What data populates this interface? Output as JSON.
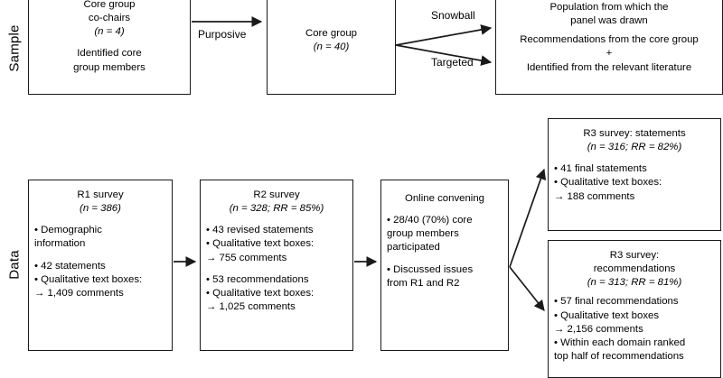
{
  "figure": {
    "type": "flowchart",
    "rows": [
      {
        "id": "sample",
        "label": "Sample"
      },
      {
        "id": "data",
        "label": "Data"
      }
    ]
  },
  "sample_row": {
    "box_core_chairs": {
      "name": "core-group-co-chairs",
      "lines": [
        "Core group",
        "co-chairs",
        "(n = 4)"
      ],
      "lines2": [
        "Identified core",
        "group members"
      ]
    },
    "box_core_group": {
      "name": "core-group",
      "lines": [
        "Core group",
        "(n = 40)"
      ]
    },
    "box_population": {
      "name": "population-panel-drawn",
      "lines": [
        "Population from which the",
        "panel was drawn"
      ],
      "lines2": [
        "Recommendations from the core group"
      ],
      "plus": "+",
      "lines3": [
        "Identified from the relevant literature"
      ]
    },
    "edges": {
      "purposive": "Purposive",
      "snowball": "Snowball",
      "targeted": "Targeted"
    }
  },
  "data_row": {
    "box_r1": {
      "name": "r1-survey",
      "title": "R1 survey",
      "subtitle": "(n = 386)",
      "bullets_group1": [
        "• Demographic",
        "information"
      ],
      "bullets_group2": [
        "• 42 statements",
        "• Qualitative text boxes:",
        "→ 1,409 comments"
      ]
    },
    "box_r2": {
      "name": "r2-survey",
      "title": "R2 survey",
      "subtitle": "(n = 328; RR = 85%)",
      "bullets_group1": [
        "• 43 revised statements",
        "• Qualitative text boxes:",
        "→ 755 comments"
      ],
      "bullets_group2": [
        "• 53 recommendations",
        "• Qualitative text boxes:",
        "→ 1,025 comments"
      ]
    },
    "box_convening": {
      "name": "online-convening",
      "title": "Online convening",
      "bullets_group1": [
        "• 28/40 (70%) core",
        "group members",
        "participated"
      ],
      "bullets_group2": [
        "• Discussed issues",
        "from R1 and R2"
      ]
    },
    "box_r3_statements": {
      "name": "r3-survey-statements",
      "title": "R3 survey: statements",
      "subtitle": "(n = 316; RR = 82%)",
      "bullets": [
        "• 41 final statements",
        "• Qualitative text boxes:",
        "→ 188 comments"
      ]
    },
    "box_r3_recommendations": {
      "name": "r3-survey-recommendations",
      "title_line1": "R3 survey:",
      "title_line2": "recommendations",
      "subtitle": "(n = 313; RR = 81%)",
      "bullets": [
        "• 57 final recommendations",
        "• Qualitative text boxes",
        "→ 2,156 comments",
        "• Within each domain ranked",
        "top half of recommendations"
      ]
    }
  },
  "colors": {
    "stroke": "#1a1a1a",
    "background": "#ffffff",
    "text": "#000000"
  }
}
